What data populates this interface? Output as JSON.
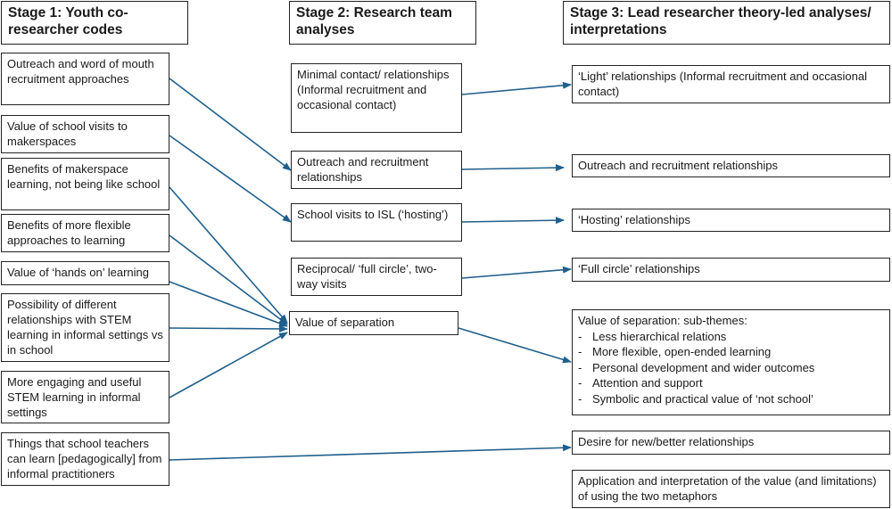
{
  "headers": {
    "stage1": "Stage 1: Youth co-researcher codes",
    "stage2": "Stage 2: Research team analyses",
    "stage3": "Stage 3: Lead researcher theory-led analyses/ interpretations"
  },
  "stage1_codes": [
    "Outreach and word of mouth recruitment approaches",
    "Value of school visits to makerspaces",
    "Benefits of makerspace learning, not being like school",
    "Benefits of more flexible approaches to learning",
    "Value of ‘hands on’ learning",
    "Possibility of different relationships with STEM learning in informal settings vs in school",
    "More engaging and useful STEM learning in informal settings",
    "Things that school teachers can learn [pedagogically] from informal practitioners"
  ],
  "stage2_analyses": [
    "Minimal contact/ relationships (Informal recruitment and occasional contact)",
    "Outreach and recruitment relationships",
    "School visits to ISL (‘hosting’)",
    "Reciprocal/ ‘full circle’, two-way visits",
    "Value of separation"
  ],
  "stage3_interpretations": {
    "light": "‘Light’ relationships (Informal recruitment and occasional contact)",
    "outreach": "Outreach and recruitment relationships",
    "hosting": "‘Hosting’ relationships",
    "full_circle": "‘Full circle’ relationships",
    "separation_title": "Value of separation: sub-themes:",
    "separation_subthemes": [
      "Less hierarchical relations",
      "More flexible, open-ended learning",
      "Personal development and wider outcomes",
      "Attention and support",
      "Symbolic and practical value of ‘not school’"
    ],
    "desire": "Desire for new/better relationships",
    "application": "Application and interpretation of the value (and limitations) of using the two metaphors"
  },
  "colors": {
    "arrow": "#1f5f8b",
    "border": "#222222"
  }
}
